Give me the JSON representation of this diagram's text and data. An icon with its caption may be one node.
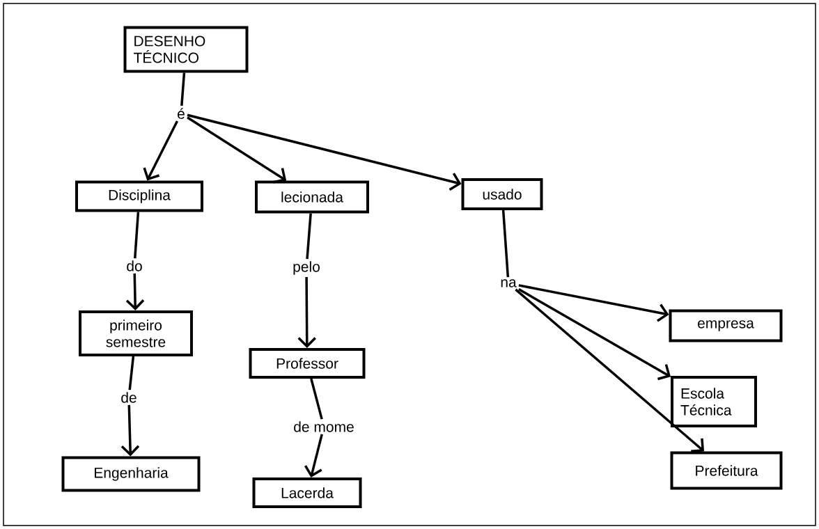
{
  "diagram": {
    "nodes": [
      {
        "text": [
          "DESENHO TÉCNICO"
        ]
      },
      {
        "text": [
          "é"
        ]
      },
      {
        "text": [
          "Disciplina"
        ]
      },
      {
        "text": [
          "lecionada"
        ]
      },
      {
        "text": [
          "usado"
        ]
      },
      {
        "text": [
          "do"
        ]
      },
      {
        "text": [
          "pelo"
        ]
      },
      {
        "text": [
          "na"
        ]
      },
      {
        "text": [
          "primeiro semestre"
        ]
      },
      {
        "text": [
          "Professor"
        ]
      },
      {
        "text": [
          "empresa"
        ]
      },
      {
        "text": [
          "Escola Técnica"
        ]
      },
      {
        "text": [
          "de"
        ]
      },
      {
        "text": [
          "de mome"
        ]
      },
      {
        "text": [
          "Prefeitura"
        ]
      },
      {
        "text": [
          "Engenharia"
        ]
      },
      {
        "text": [
          "Lacerda"
        ]
      }
    ],
    "edges": [
      {
        "from": 0,
        "to": 1,
        "arrow": "none"
      },
      {
        "from": 1,
        "to": 2,
        "arrow": "to"
      },
      {
        "from": 1,
        "to": 3,
        "arrow": "to"
      },
      {
        "from": 1,
        "to": 4,
        "arrow": "to"
      },
      {
        "from": 2,
        "to": 5,
        "arrow": "none"
      },
      {
        "from": 5,
        "to": 8,
        "arrow": "to"
      },
      {
        "from": 8,
        "to": 12,
        "arrow": "none"
      },
      {
        "from": 12,
        "to": 15,
        "arrow": "to"
      },
      {
        "from": 3,
        "to": 6,
        "arrow": "none"
      },
      {
        "from": 6,
        "to": 9,
        "arrow": "to"
      },
      {
        "from": 9,
        "to": 13,
        "arrow": "none"
      },
      {
        "from": 13,
        "to": 16,
        "arrow": "to"
      },
      {
        "from": 4,
        "to": 7,
        "arrow": "none"
      },
      {
        "from": 7,
        "to": 10,
        "arrow": "to"
      },
      {
        "from": 7,
        "to": 11,
        "arrow": "to"
      },
      {
        "from": 7,
        "to": 14,
        "arrow": "to"
      }
    ]
  }
}
